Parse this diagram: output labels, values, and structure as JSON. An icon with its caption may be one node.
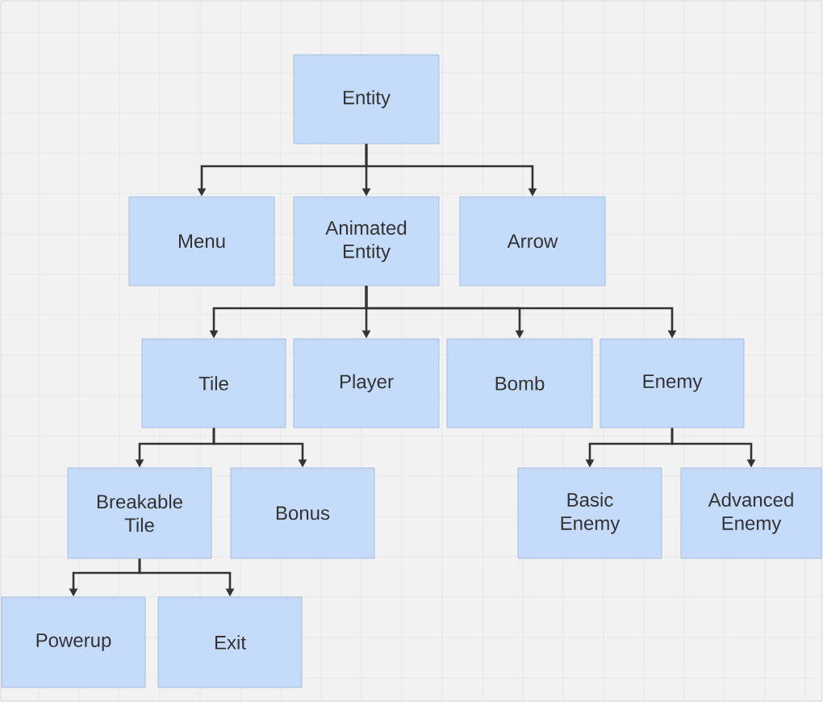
{
  "diagram": {
    "nodes": [
      {
        "text": [
          "Entity"
        ]
      },
      {
        "text": [
          "Menu"
        ]
      },
      {
        "text": [
          "Animated Entity"
        ]
      },
      {
        "text": [
          "Arrow"
        ]
      },
      {
        "text": [
          "Tile"
        ]
      },
      {
        "text": [
          "Player"
        ]
      },
      {
        "text": [
          "Bomb"
        ]
      },
      {
        "text": [
          "Enemy"
        ]
      },
      {
        "text": [
          "Breakable Tile"
        ]
      },
      {
        "text": [
          "Bonus"
        ]
      },
      {
        "text": [
          "Basic Enemy"
        ]
      },
      {
        "text": [
          "Advanced Enemy"
        ]
      },
      {
        "text": [
          "Powerup"
        ]
      },
      {
        "text": [
          "Exit"
        ]
      }
    ],
    "edges": [
      {
        "from": 0,
        "to": 1,
        "arrow": "to"
      },
      {
        "from": 0,
        "to": 2,
        "arrow": "to"
      },
      {
        "from": 0,
        "to": 3,
        "arrow": "to"
      },
      {
        "from": 2,
        "to": 4,
        "arrow": "to"
      },
      {
        "from": 2,
        "to": 5,
        "arrow": "to"
      },
      {
        "from": 2,
        "to": 6,
        "arrow": "to"
      },
      {
        "from": 2,
        "to": 7,
        "arrow": "to"
      },
      {
        "from": 4,
        "to": 8,
        "arrow": "to"
      },
      {
        "from": 4,
        "to": 9,
        "arrow": "to"
      },
      {
        "from": 7,
        "to": 10,
        "arrow": "to"
      },
      {
        "from": 7,
        "to": 11,
        "arrow": "to"
      },
      {
        "from": 8,
        "to": 12,
        "arrow": "to"
      },
      {
        "from": 8,
        "to": 13,
        "arrow": "to"
      }
    ]
  }
}
